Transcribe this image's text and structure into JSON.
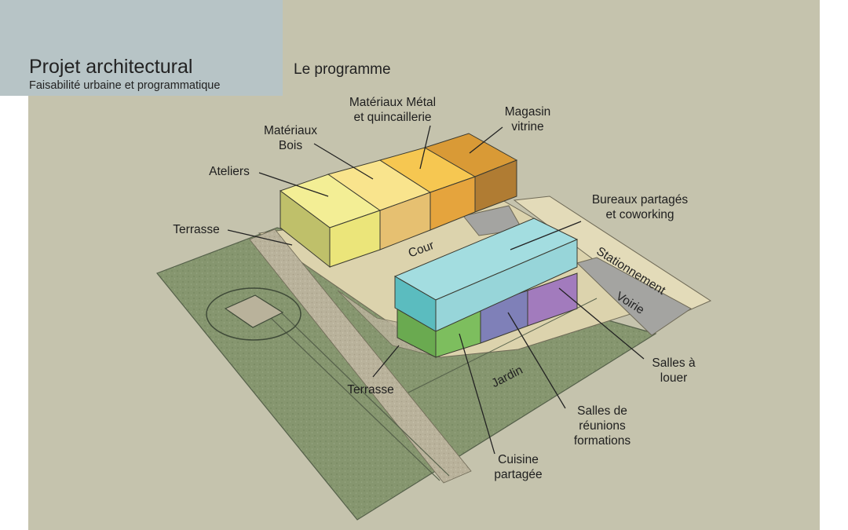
{
  "header": {
    "title": "Projet architectural",
    "subtitle": "Faisabilité urbaine et programmatique",
    "section": "Le programme"
  },
  "labels": {
    "metal": [
      "Matériaux Métal",
      "et quincaillerie"
    ],
    "magasin": [
      "Magasin",
      "vitrine"
    ],
    "bois": [
      "Matériaux",
      "Bois"
    ],
    "ateliers": "Ateliers",
    "bureaux": [
      "Bureaux partagés",
      "et coworking"
    ],
    "terrasse_top": "Terrasse",
    "cour": "Cour",
    "stationnement": "Stationnement",
    "voirie": "Voirie",
    "salles_louer": [
      "Salles à",
      "louer"
    ],
    "terrasse_bottom": "Terrasse",
    "jardin": "Jardin",
    "salles_reunions": [
      "Salles de",
      "réunions",
      "formations"
    ],
    "cuisine": [
      "Cuisine",
      "partagée"
    ]
  },
  "colors": {
    "background": "#c5c3ad",
    "header_box": "#b7c4c6",
    "garden": "#86966f",
    "court": "#dcd3ad",
    "ateliers": "#ebe57a",
    "bois": "#f7dc72",
    "metal": "#f4bb40",
    "magasin": "#d7983a",
    "bureaux": "#97d5d9",
    "cuisine": "#7dbe5e",
    "salles_reunions": "#7f80b8",
    "salles_louer": "#a27bbd"
  }
}
